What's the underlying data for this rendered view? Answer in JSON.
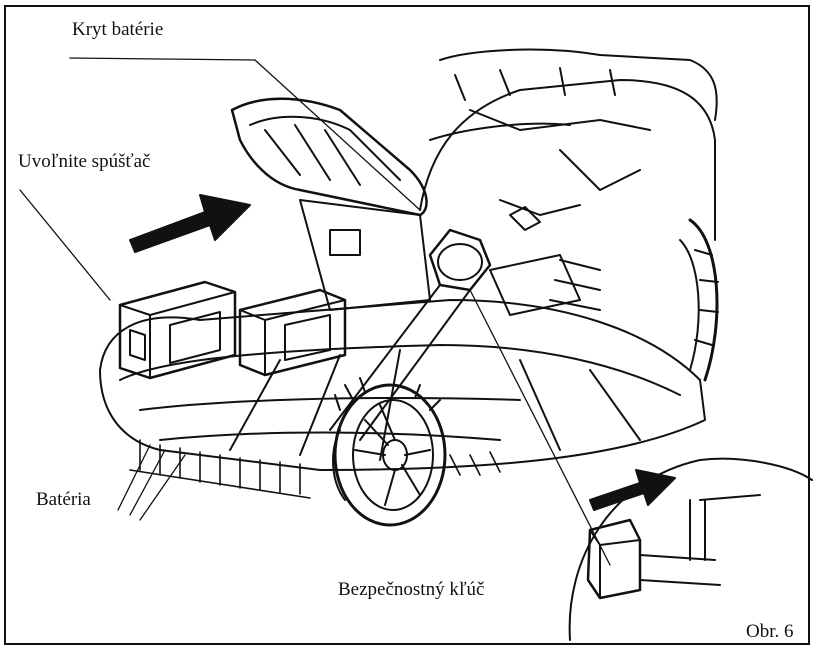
{
  "labels": {
    "battery_cover": "Kryt batérie",
    "release_trigger": "Uvoľnite spúšťač",
    "battery": "Batéria",
    "safety_key": "Bezpečnostný kľúč",
    "figure_number": "Obr. 6"
  },
  "icons": {
    "insert_arrow": "arrow-icon",
    "detail_arrow": "arrow-icon"
  },
  "colors": {
    "line": "#111111",
    "background": "#ffffff"
  }
}
